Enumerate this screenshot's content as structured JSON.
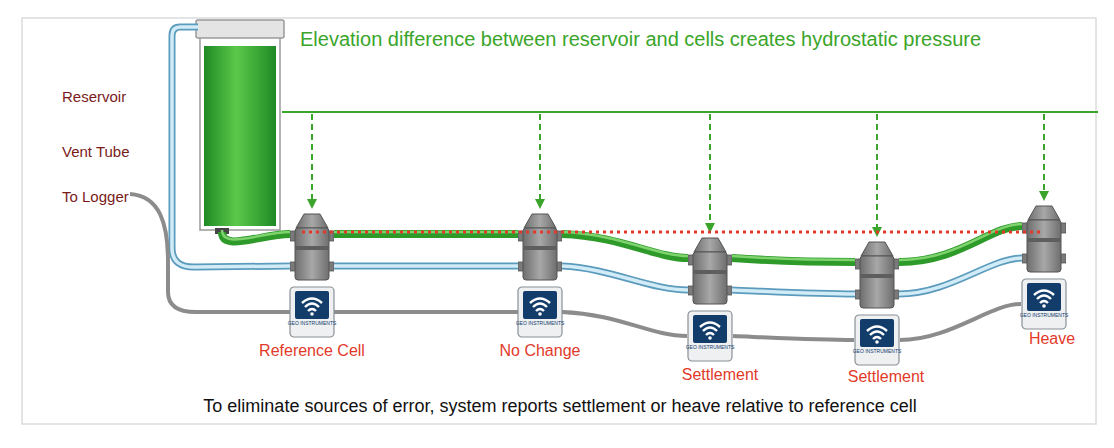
{
  "diagram": {
    "caption": "To eliminate sources of error, system reports settlement or heave relative to reference cell",
    "labels": [
      "Reservoir",
      "Vent Tube",
      "To Logger",
      "Elevation difference between reservoir and cells creates hydrostatic pressure",
      "Reference Cell",
      "No Change",
      "Settlement",
      "Settlement",
      "Heave",
      "GEO INSTRUMENTS",
      "GEO INSTRUMENTS",
      "GEO INSTRUMENTS",
      "GEO INSTRUMENTS",
      "GEO INSTRUMENTS"
    ]
  }
}
